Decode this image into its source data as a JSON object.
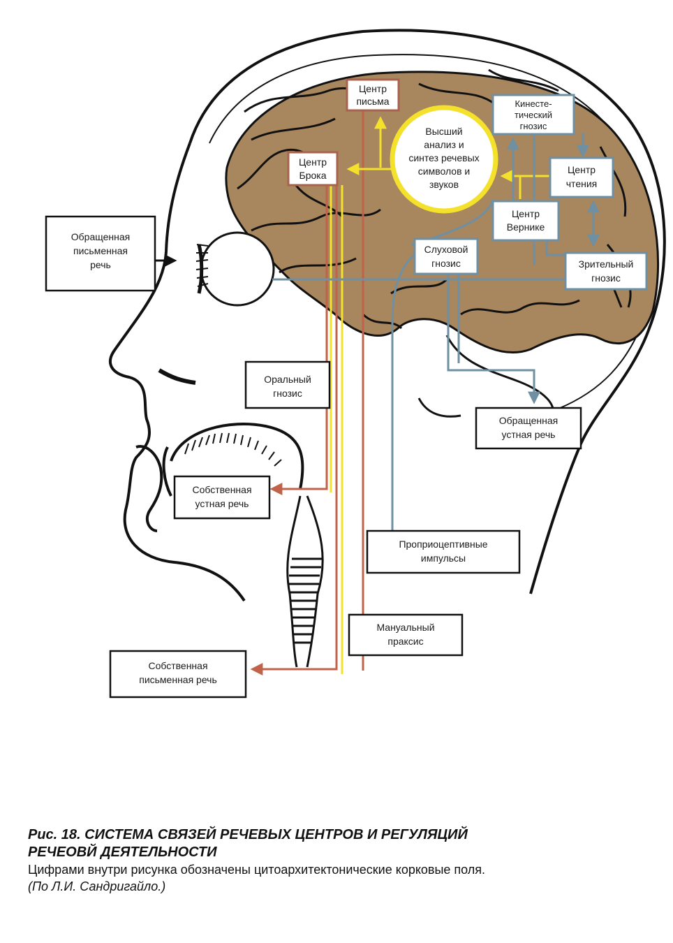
{
  "colors": {
    "brain": "#a8865e",
    "outline": "#111111",
    "blue": "#6f8fa3",
    "red": "#c0634a",
    "yellow": "#f4e12c",
    "brown_border": "#a9624e"
  },
  "nodes": {
    "pismo": [
      "Центр",
      "письма"
    ],
    "broka": [
      "Центр",
      "Брока"
    ],
    "vysshiy": [
      "Высший",
      "анализ и",
      "синтез речевых",
      "символов и",
      "звуков"
    ],
    "kinest": [
      "Кинесте-",
      "тический",
      "гнозис"
    ],
    "chtenie": [
      "Центр",
      "чтения"
    ],
    "wernicke": [
      "Центр",
      "Вернике"
    ],
    "sluh": [
      "Слуховой",
      "гнозис"
    ],
    "zrit": [
      "Зрительный",
      "гнозис"
    ],
    "obr_pis": [
      "Обращенная",
      "письменная",
      "речь"
    ],
    "oral": [
      "Оральный",
      "гнозис"
    ],
    "obr_ust": [
      "Обращенная",
      "устная речь"
    ],
    "sobst_ust": [
      "Собственная",
      "устная речь"
    ],
    "proprio": [
      "Проприоцептивные",
      "импульсы"
    ],
    "manual": [
      "Мануальный",
      "праксис"
    ],
    "sobst_pis": [
      "Собственная",
      "письменная речь"
    ]
  },
  "caption": {
    "title_line1": "Рис. 18. СИСТЕМА СВЯЗЕЙ РЕЧЕВЫХ ЦЕНТРОВ И РЕГУЛЯЦИЙ",
    "title_line2": "РЕЧЕОВЙ ДЕЯТЕЛЬНОСТИ",
    "line3": "Цифрами внутри рисунка обозначены цитоархитектонические корковые поля.",
    "line4": "(По Л.И. Сандригайло.)"
  }
}
